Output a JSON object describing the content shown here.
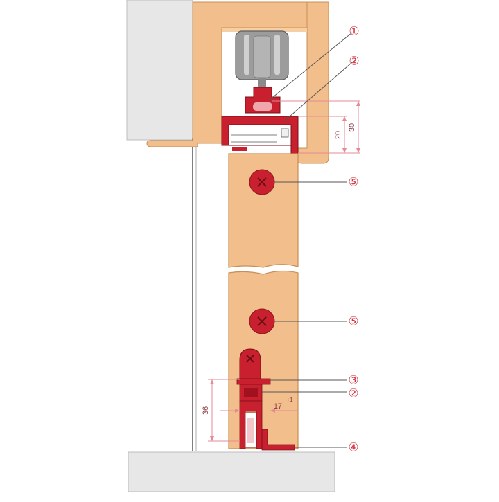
{
  "callouts": {
    "c1": "①",
    "c2_top": "②",
    "c5_top": "⑤",
    "c5_bottom": "⑤",
    "c3": "③",
    "c2_bottom": "②",
    "c4": "④"
  },
  "dimensions": {
    "dim_20": "20",
    "dim_30": "30",
    "dim_36": "36",
    "dim_17": "17",
    "dim_17_tol": "+1"
  },
  "colors": {
    "wood": "#F2BE8C",
    "wood_edge": "#C98E55",
    "red": "#C8202E",
    "grey_panel": "#E7E7E8",
    "pink_line": "#E58A97",
    "callout": "#D0303D"
  }
}
